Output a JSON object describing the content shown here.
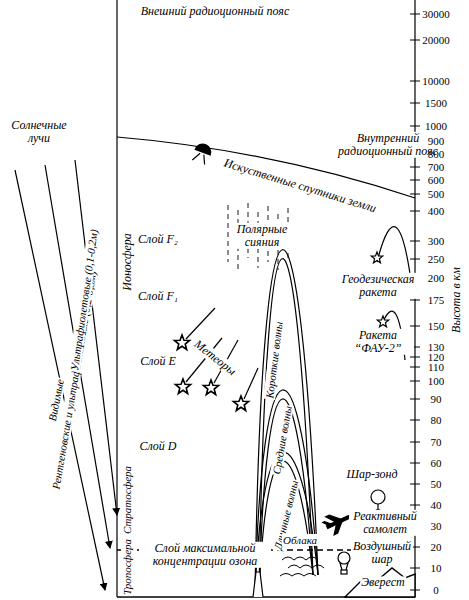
{
  "diagram": {
    "labels": [
      "Внешний радиоционный пояс",
      "Солнечные лучи",
      "Видимые",
      "Рентгеновские и ультрафиолетовые (0,2-0,3м)",
      "Ультрафиолетовые (0,1-0,2м)",
      "Ионосфера",
      "Слой F₂",
      "Слой F₁",
      "Слой E",
      "Слой D",
      "Искуственные спутники земли",
      "Внутренний радиоционный пояс",
      "Геодезическая ракета",
      "Полярные сияния",
      "Ракета “ФАУ-2”",
      "Метеоры",
      "Короткие волны",
      "Средние волны",
      "Длинные волны",
      "Шар-зонд",
      "Реактивный самолет",
      "Воздушный шар",
      "Эверест",
      "Облака",
      "Слой максимальной концентрации озона",
      "Тропосфера",
      "Стратосфера",
      "Высота в км",
      "30000",
      "20000",
      "10000",
      "1500",
      "1000",
      "900",
      "800",
      "700",
      "600",
      "500",
      "400",
      "300",
      "250",
      "200",
      "175",
      "150",
      "130",
      "120",
      "110",
      "100",
      "90",
      "80",
      "70",
      "60",
      "50",
      "40",
      "30",
      "20",
      "10",
      "0"
    ]
  }
}
